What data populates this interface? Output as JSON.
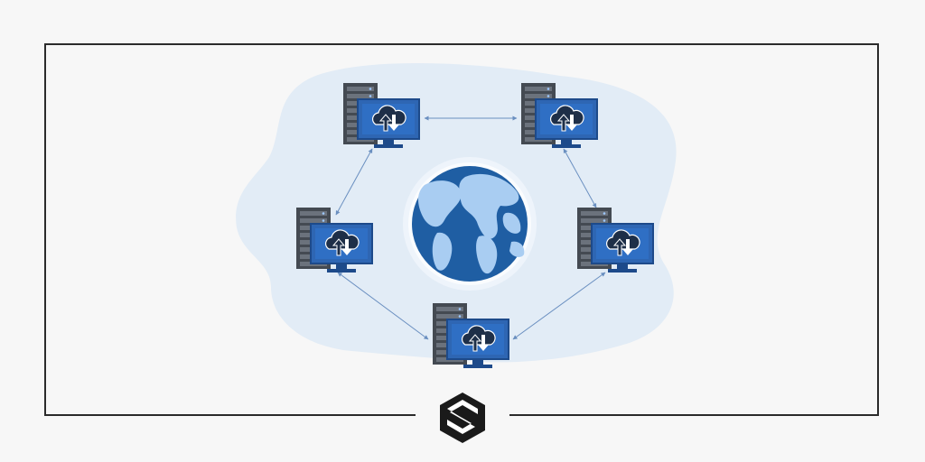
{
  "colors": {
    "background": "#f7f7f7",
    "frame": "#2b2b2b",
    "blob": "#e2ecf6",
    "globe_ocean": "#1f5ea3",
    "globe_land": "#a9cdf2",
    "monitor": "#2e66b3",
    "server": "#444a52",
    "link": "#6a8fc0"
  },
  "diagram": {
    "center_node": {
      "icon": "globe-icon"
    },
    "nodes": [
      {
        "id": "top-left",
        "icon": "server-computer-icon"
      },
      {
        "id": "top-right",
        "icon": "server-computer-icon"
      },
      {
        "id": "mid-left",
        "icon": "server-computer-icon"
      },
      {
        "id": "mid-right",
        "icon": "server-computer-icon"
      },
      {
        "id": "bottom",
        "icon": "server-computer-icon"
      }
    ],
    "connections": [
      {
        "from": "top-left",
        "to": "top-right"
      },
      {
        "from": "top-right",
        "to": "mid-right"
      },
      {
        "from": "mid-right",
        "to": "bottom"
      },
      {
        "from": "bottom",
        "to": "mid-left"
      },
      {
        "from": "mid-left",
        "to": "top-left"
      }
    ]
  },
  "brand": {
    "logo": "brand-hexagon-logo"
  }
}
